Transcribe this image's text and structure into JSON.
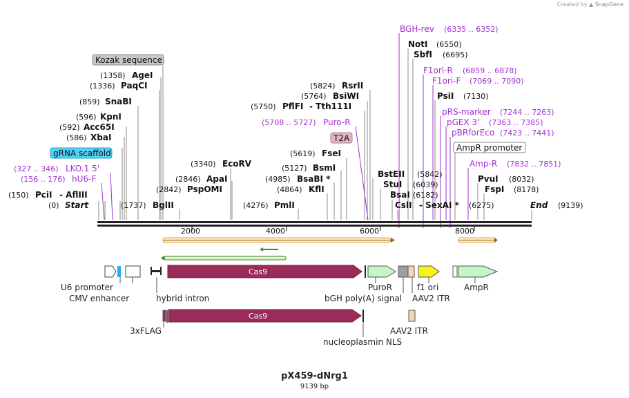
{
  "credit": {
    "prefix": "Created by",
    "brand": "SnapGene"
  },
  "plasmid": {
    "name": "pX459-dNrg1",
    "length_label": "9139 bp",
    "length": 9139
  },
  "colors": {
    "enzyme_text": "#111111",
    "primer_text": "#a22fd1",
    "feature_text": "#222222",
    "cas9": "#9b2c5a",
    "puror": "#c6f5c8",
    "f1ori": "#f5f31a",
    "ampr": "#c6f5c8",
    "itr": "#f7d7b0",
    "gray_box": "#9e9e9e",
    "gRNA_label_bg": "#4fd2f5",
    "t2a_label_bg": "#e3b3c6",
    "kozak_label_bg": "#c8c8c8",
    "orange_orf": "#e8a23b",
    "green_primer": "#3b8a1a"
  },
  "ruler": {
    "ticks": [
      "2000",
      "4000",
      "6000",
      "8000"
    ]
  },
  "sites": [
    {
      "pos": "(150)",
      "name": "PciI",
      "extra": "- AflIII",
      "italic": false
    },
    {
      "pos": "(0)",
      "name": "Start",
      "extra": "",
      "italic": true
    },
    {
      "pos": "(1737)",
      "name": "BglII",
      "extra": "",
      "italic": false
    },
    {
      "pos": "(2842)",
      "name": "PspOMI",
      "extra": "",
      "italic": false
    },
    {
      "pos": "(2846)",
      "name": "ApaI",
      "extra": "",
      "italic": false
    },
    {
      "pos": "(3340)",
      "name": "EcoRV",
      "extra": "",
      "italic": false
    },
    {
      "pos": "(4276)",
      "name": "PmlI",
      "extra": "",
      "italic": false
    },
    {
      "pos": "(4864)",
      "name": "KflI",
      "extra": "",
      "italic": false
    },
    {
      "pos": "(4985)",
      "name": "BsaBI *",
      "extra": "",
      "italic": false
    },
    {
      "pos": "(5127)",
      "name": "BsmI",
      "extra": "",
      "italic": false
    },
    {
      "pos": "(5619)",
      "name": "FseI",
      "extra": "",
      "italic": false
    },
    {
      "pos": "(5750)",
      "name": "PflFI",
      "extra": "- Tth111I",
      "italic": false
    },
    {
      "pos": "(5764)",
      "name": "BsiWI",
      "extra": "",
      "italic": false
    },
    {
      "pos": "(5824)",
      "name": "RsrII",
      "extra": "",
      "italic": false
    },
    {
      "pos": "(586)",
      "name": "XbaI",
      "extra": "",
      "italic": false
    },
    {
      "pos": "(592)",
      "name": "Acc65I",
      "extra": "",
      "italic": false
    },
    {
      "pos": "(596)",
      "name": "KpnI",
      "extra": "",
      "italic": false
    },
    {
      "pos": "(859)",
      "name": "SnaBI",
      "extra": "",
      "italic": false
    },
    {
      "pos": "(1336)",
      "name": "PaqCI",
      "extra": "",
      "italic": false
    },
    {
      "pos": "(1358)",
      "name": "AgeI",
      "extra": "",
      "italic": false
    },
    {
      "pos": "(5842)",
      "name": "BstEII",
      "extra": "",
      "italic": false
    },
    {
      "pos": "(6039)",
      "name": "StuI",
      "extra": "",
      "italic": false
    },
    {
      "pos": "(6182)",
      "name": "BsaI",
      "extra": "",
      "italic": false
    },
    {
      "pos": "(6275)",
      "name": "CslI",
      "extra": "- SexAI *",
      "italic": false
    },
    {
      "pos": "(6550)",
      "name": "NotI",
      "extra": "",
      "italic": false
    },
    {
      "pos": "(6695)",
      "name": "SbfI",
      "extra": "",
      "italic": false
    },
    {
      "pos": "(7130)",
      "name": "PsiI",
      "extra": "",
      "italic": false
    },
    {
      "pos": "(8032)",
      "name": "PvuI",
      "extra": "",
      "italic": false
    },
    {
      "pos": "(8178)",
      "name": "FspI",
      "extra": "",
      "italic": false
    },
    {
      "pos": "(9139)",
      "name": "End",
      "extra": "",
      "italic": true
    }
  ],
  "primers": [
    {
      "name": "hU6-F",
      "pos": "(156 .. 176)"
    },
    {
      "name": "LKO.1 5'",
      "pos": "(327 .. 346)"
    },
    {
      "name": "Puro-R",
      "pos": "(5708 .. 5727)"
    },
    {
      "name": "BGH-rev",
      "pos": "(6335 .. 6352)"
    },
    {
      "name": "F1ori-R",
      "pos": "(6859 .. 6878)"
    },
    {
      "name": "F1ori-F",
      "pos": "(7069 .. 7090)"
    },
    {
      "name": "pRS-marker",
      "pos": "(7244 .. 7263)"
    },
    {
      "name": "pGEX 3'",
      "pos": "(7363 .. 7385)"
    },
    {
      "name": "pBRforEco",
      "pos": "(7423 .. 7441)"
    },
    {
      "name": "Amp-R",
      "pos": "(7832 .. 7851)"
    }
  ],
  "boxed_labels": {
    "kozak": "Kozak sequence",
    "grna": "gRNA scaffold",
    "t2a": "T2A",
    "ampr_promoter": "AmpR promoter"
  },
  "features": {
    "cas9_label": "Cas9",
    "u6_promoter": "U6 promoter",
    "cmv_enhancer": "CMV enhancer",
    "hybrid_intron": "hybrid intron",
    "puror": "PuroR",
    "bgh_polya": "bGH poly(A) signal",
    "f1_ori": "f1 ori",
    "aav2_itr": "AAV2 ITR",
    "ampr": "AmpR",
    "flag": "3xFLAG",
    "nls": "nucleoplasmin NLS",
    "aav2_itr_2": "AAV2 ITR"
  }
}
